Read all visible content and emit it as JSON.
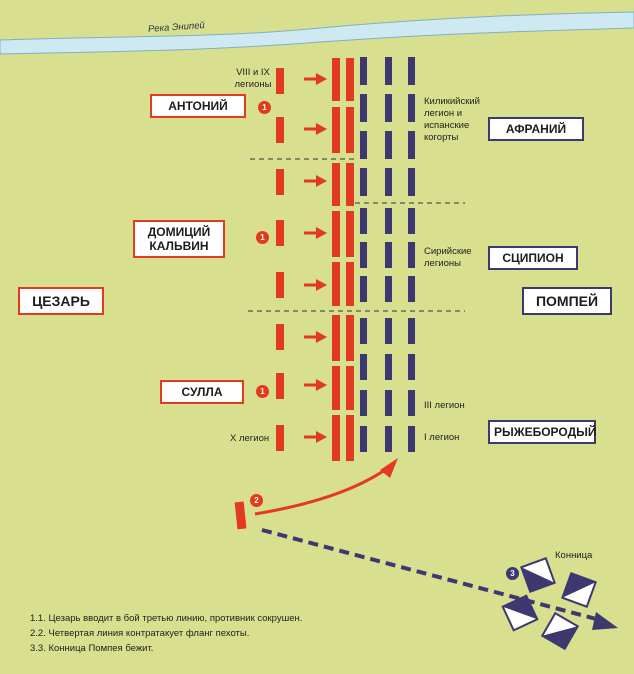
{
  "river": {
    "label": "Река Энипей"
  },
  "caesar_side": {
    "leader": "ЦЕЗАРЬ",
    "commanders": [
      "АНТОНИЙ",
      "ДОМИЦИЙ КАЛЬВИН",
      "СУЛЛА"
    ],
    "notes": {
      "left_top": "VIII и IX легионы",
      "left_bottom": "X легион"
    }
  },
  "pompey_side": {
    "leader": "ПОМПЕЙ",
    "commanders": [
      "АФРАНИЙ",
      "СЦИПИОН",
      "РЫЖЕБОРОДЫЙ"
    ],
    "notes": {
      "cilician": "Киликийский легион и испанские когорты",
      "syrian": "Сирийские легионы",
      "third": "III легион",
      "first": "I легион"
    },
    "cavalry_label": "Конница"
  },
  "markers": {
    "one": "1",
    "two": "2",
    "three": "3"
  },
  "legend": [
    "1.1. Цезарь вводит в бой третью линию, противник сокрушен.",
    "2.2. Четвертая линия контратакует фланг пехоты.",
    "3.3. Конница Помпея бежит."
  ],
  "colors": {
    "background": "#d8df8e",
    "caesar": "#e23a1e",
    "pompey": "#3d3970",
    "river": "#cfe9f2"
  },
  "icons": {
    "attack": "arrow-icon",
    "retreat": "dashed-arrow-icon",
    "cavalry": "cavalry-unit-icon"
  }
}
